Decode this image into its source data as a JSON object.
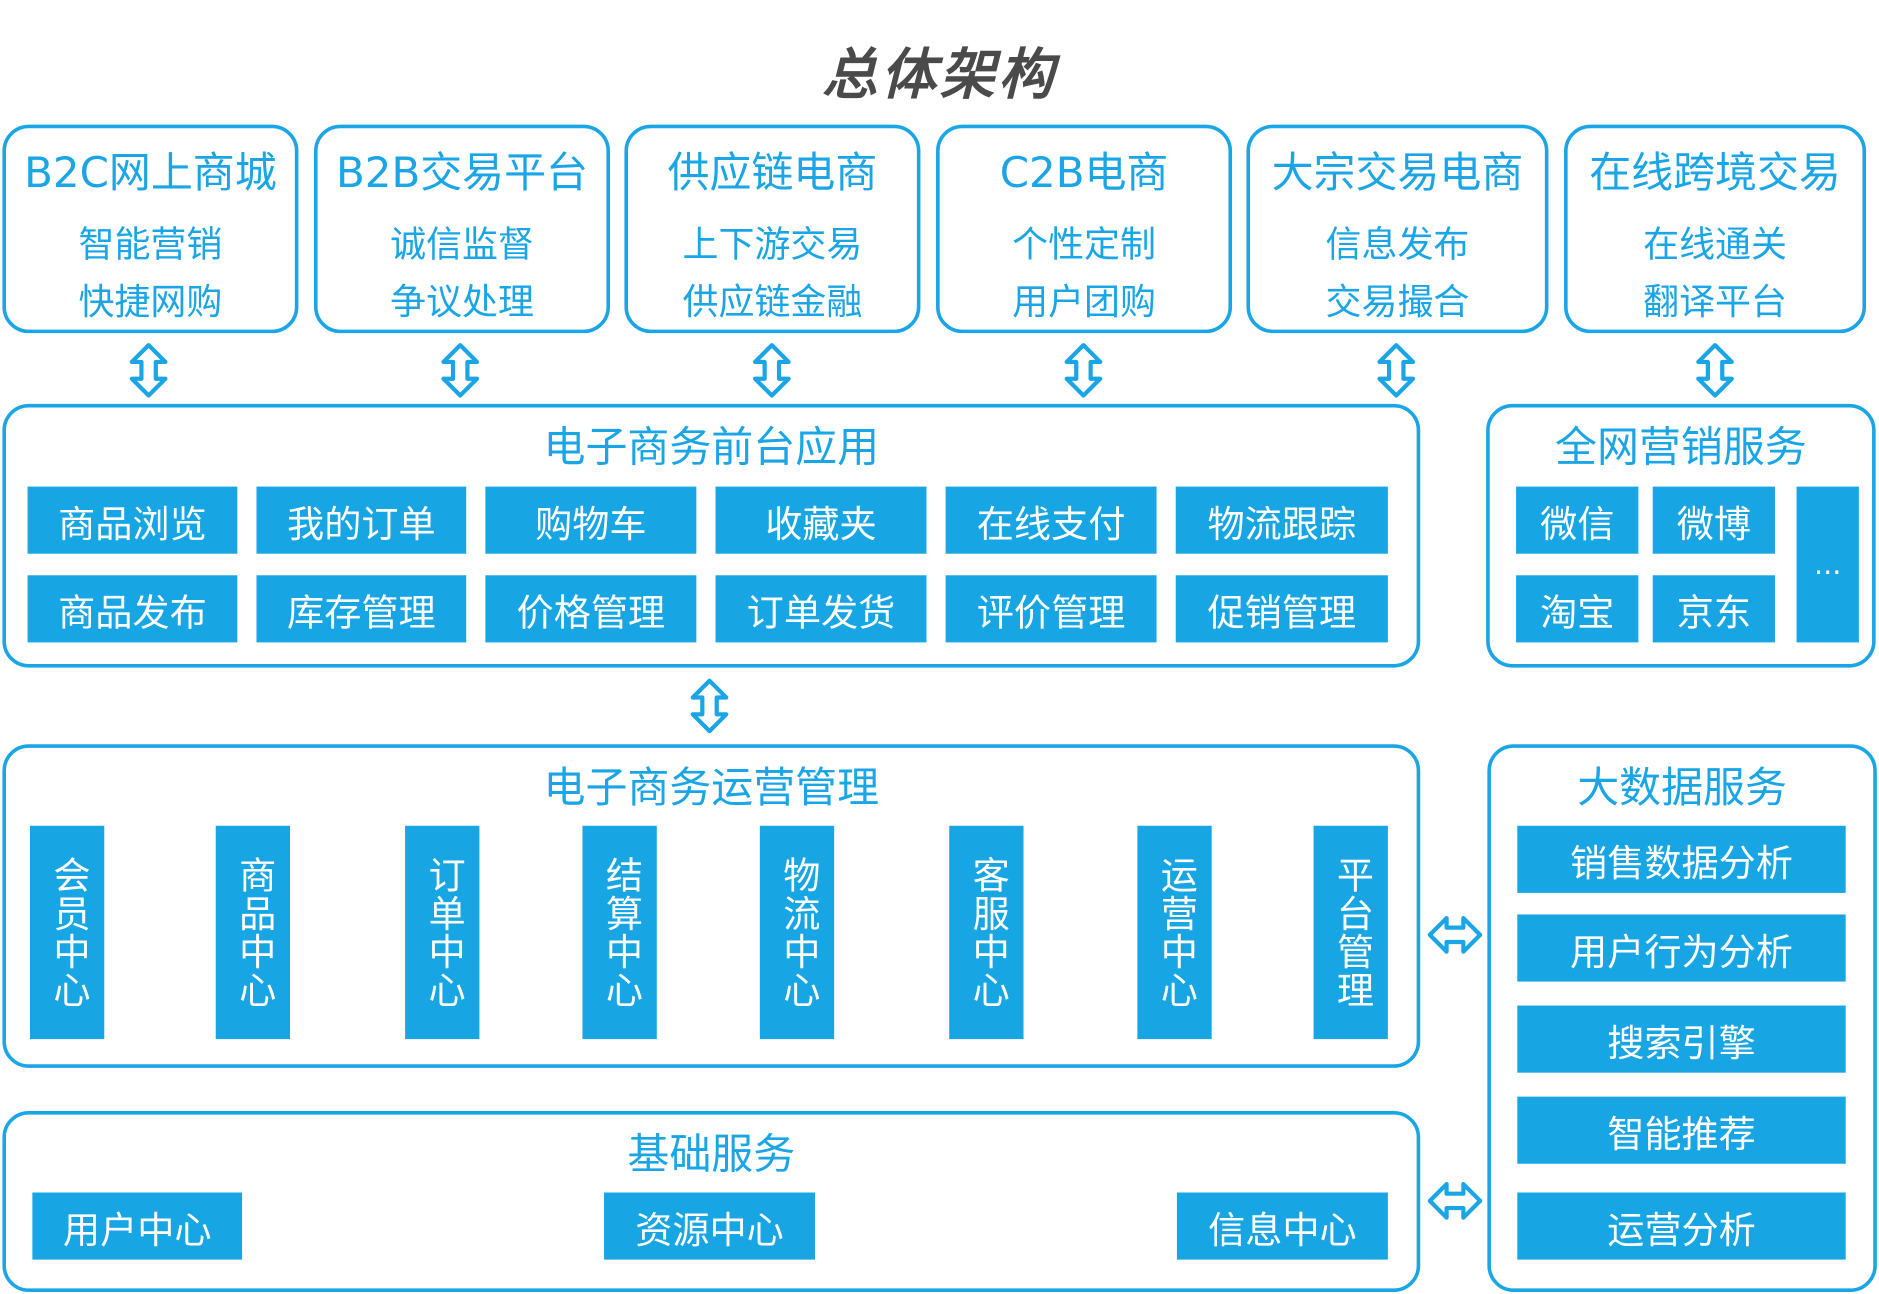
{
  "title": "总体架构",
  "top_modules": [
    {
      "name": "B2C网上商城",
      "lines": [
        "智能营销",
        "快捷网购"
      ]
    },
    {
      "name": "B2B交易平台",
      "lines": [
        "诚信监督",
        "争议处理"
      ]
    },
    {
      "name": "供应链电商",
      "lines": [
        "上下游交易",
        "供应链金融"
      ]
    },
    {
      "name": "C2B电商",
      "lines": [
        "个性定制",
        "用户团购"
      ]
    },
    {
      "name": "大宗交易电商",
      "lines": [
        "信息发布",
        "交易撮合"
      ]
    },
    {
      "name": "在线跨境交易",
      "lines": [
        "在线通关",
        "翻译平台"
      ]
    }
  ],
  "frontend": {
    "title": "电子商务前台应用",
    "row1": [
      "商品浏览",
      "我的订单",
      "购物车",
      "收藏夹",
      "在线支付",
      "物流跟踪"
    ],
    "row2": [
      "商品发布",
      "库存管理",
      "价格管理",
      "订单发货",
      "评价管理",
      "促销管理"
    ]
  },
  "marketing": {
    "title": "全网营销服务",
    "items": [
      "微信",
      "微博",
      "淘宝",
      "京东"
    ],
    "more": "..."
  },
  "operations": {
    "title": "电子商务运营管理",
    "items": [
      "会员中心",
      "商品中心",
      "订单中心",
      "结算中心",
      "物流中心",
      "客服中心",
      "运营中心",
      "平台管理"
    ]
  },
  "bigdata": {
    "title": "大数据服务",
    "items": [
      "销售数据分析",
      "用户行为分析",
      "搜索引擎",
      "智能推荐",
      "运营分析"
    ]
  },
  "base": {
    "title": "基础服务",
    "items": [
      "用户中心",
      "资源中心",
      "信息中心"
    ]
  },
  "colors": {
    "accent": "#1aa5e6",
    "tile": "#18a5e3",
    "title": "#4a4a4a"
  }
}
